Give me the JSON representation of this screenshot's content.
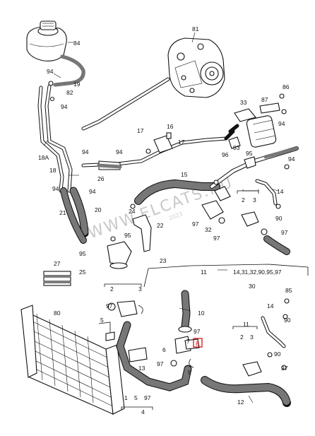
{
  "watermark": {
    "text": "WWW.ELCATS.RU",
    "year": "2023"
  },
  "labels": {
    "l81": "81",
    "l84": "84",
    "l94a": "94",
    "l19": "19",
    "l82": "82",
    "l94b": "94",
    "l33": "33",
    "l87": "87",
    "l86": "86",
    "l94c": "94",
    "l83": "83",
    "l96": "96",
    "l95a": "95",
    "l94d": "94",
    "l16": "16",
    "l17a": "17",
    "l17b": "17",
    "l18a": "18A",
    "l94e": "94",
    "l94f": "94",
    "l26": "26",
    "l15": "15",
    "l18": "18",
    "l94g": "94",
    "l94h": "94",
    "l14a": "14",
    "l21": "21",
    "l20": "20",
    "l24": "24",
    "l22": "22",
    "l95b": "95",
    "l95c": "95",
    "l23": "23",
    "l25": "25",
    "l97a": "97",
    "l32": "32",
    "l97b": "97",
    "l2a": "2",
    "l3a": "3",
    "l90a": "90",
    "l97c": "97",
    "l11a": "11",
    "l14list": "14,31,32,90,95,97",
    "l30": "30",
    "l27": "27",
    "l80": "80",
    "l2b": "2",
    "l3b": "3",
    "l97d": "97",
    "l5": "5",
    "l10": "10",
    "l97e": "97",
    "l7": "7",
    "l8": "8",
    "l6": "6",
    "l97f": "97",
    "l9": "9",
    "l13": "13",
    "l85": "85",
    "l14b": "14",
    "l90b": "90",
    "l11b": "11",
    "l2c": "2",
    "l3c": "3",
    "l90c": "90",
    "l97g": "97",
    "l12": "12",
    "l1": "1",
    "l5b": "5",
    "l97h": "97",
    "l4": "4"
  },
  "highlight": {
    "label": "8",
    "color": "#d40000"
  }
}
